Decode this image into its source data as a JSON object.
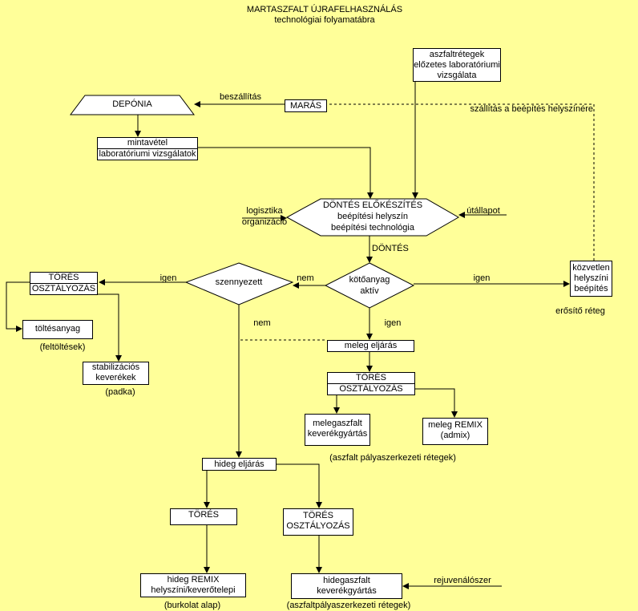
{
  "title": {
    "line1": "MARTASZFALT ÚJRAFELHASZNÁLÁS",
    "line2": "technológiai folyamatábra"
  },
  "nodes": {
    "deponia": "DEPÓNIA",
    "maras": "MARÁS",
    "labor_top": [
      "aszfaltrétegek",
      "előzetes laboratóriumi",
      "vizsgálata"
    ],
    "mintavetel": [
      "mintavétel",
      "laboratóriumi vizsgálatok"
    ],
    "dontes_elokeszites": [
      "DÖNTÉS ELŐKÉSZÍTÉS",
      "beépítési helyszín",
      "beépítési technológia"
    ],
    "kotoanyag": [
      "kötőanyag",
      "aktív"
    ],
    "szennyezett": "szennyezett",
    "kozvetlen": [
      "közvetlen",
      "helyszíni",
      "beépítés"
    ],
    "tores_oszt_left": [
      "TÖRÉS",
      "OSZTÁLYOZÁS"
    ],
    "toltesanyag": "töltésanyag",
    "stabilizacios": [
      "stabilizációs",
      "keverékek"
    ],
    "meleg_eljaras": "meleg eljárás",
    "tores_oszt_meleg": [
      "TÖRÉS",
      "OSZTÁLYOZÁS"
    ],
    "melegaszfalt": [
      "melegaszfalt",
      "keverékgyártás"
    ],
    "meleg_remix": [
      "meleg REMIX",
      "(admix)"
    ],
    "hideg_eljaras": "hideg eljárás",
    "tores_hideg": "TÖRÉS",
    "tores_oszt_hideg": [
      "TÖRÉS",
      "OSZTÁLYOZÁS"
    ],
    "hideg_remix": [
      "hideg REMIX",
      "helyszíni/keverőtelepi"
    ],
    "hidegaszfalt": [
      "hidegaszfalt",
      "keverékgyártás"
    ]
  },
  "labels": {
    "beszallitas": "beszállítás",
    "szallitas": "szállítás a beépítés helyszínére",
    "logisztika": "logisztika",
    "organizacio": "organizáció",
    "utallapot": "útállapot",
    "dontes": "DÖNTÉS",
    "igen_left": "igen",
    "nem_mid": "nem",
    "igen_right": "igen",
    "nem_down": "nem",
    "igen_down": "igen",
    "erosito": "erősítő réteg",
    "feltoltesek": "(feltöltések)",
    "padka": "(padka)",
    "aszfalt_retegek": "(aszfalt pályaszerkezeti rétegek)",
    "burkolat_alap": "(burkolat alap)",
    "aszfaltpalya_retegek": "(aszfaltpályaszerkezeti rétegek)",
    "rejuvenalo": "rejuvenálószer"
  },
  "colors": {
    "background": "#ffff99",
    "box_fill": "#ffffff",
    "line": "#000000"
  }
}
